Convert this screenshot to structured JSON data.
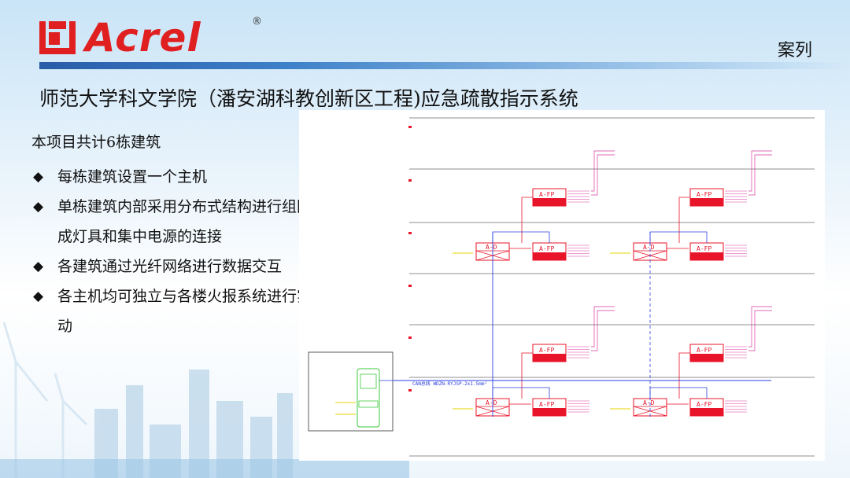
{
  "header": {
    "logo_text": "Acrel",
    "logo_reg": "®",
    "section_tag": "案列"
  },
  "page": {
    "title": "师范大学科文学院（潘安湖科教创新区工程)应急疏散指示系统"
  },
  "content": {
    "intro": "本项目共计6栋建筑",
    "bullet_mark": "◆",
    "bullets": [
      "每栋建筑设置一个主机",
      "单栋建筑内部采用分布式结构进行组网，完成灯具和集中电源的连接",
      "各建筑通过光纤网络进行数据交互",
      "各主机均可独立与各楼火报系统进行实时联动"
    ]
  },
  "diagram": {
    "box_label_fp": "A-FP",
    "box_label_d": "A-D",
    "bus_label": "CAN总线 WDZN-RYJSP-2x1.5mm²",
    "colors": {
      "red": "#e8152a",
      "magenta": "#d83aa0",
      "blue": "#2b3fe0",
      "green": "#3ec83e",
      "grey": "#6a6a6a"
    }
  }
}
